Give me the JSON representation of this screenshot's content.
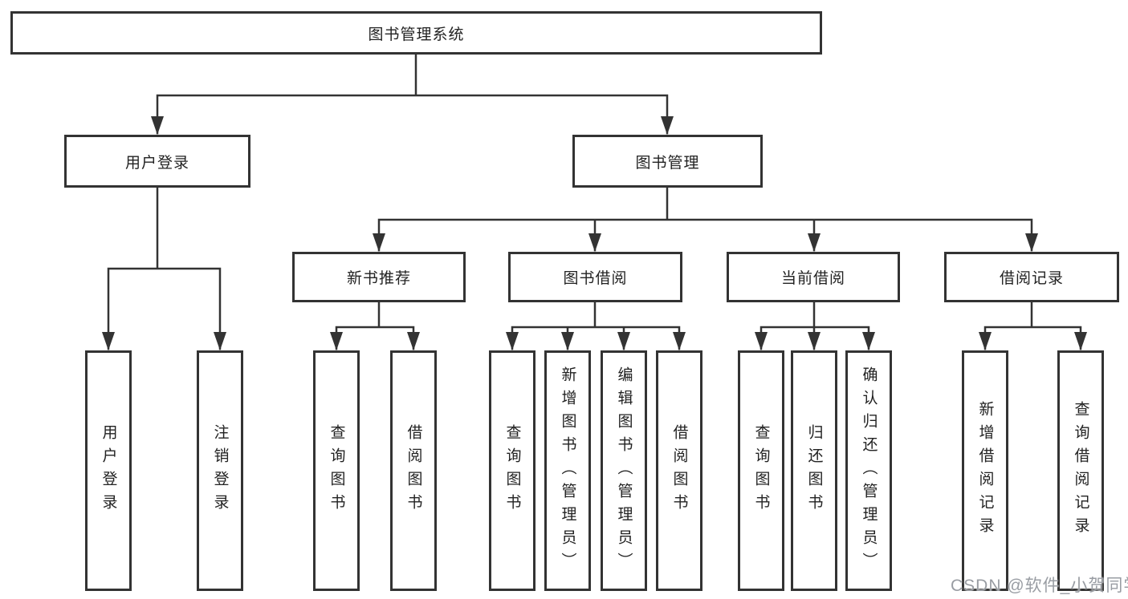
{
  "tree": {
    "label": "图书管理系统",
    "children": [
      {
        "label": "用户登录",
        "children": [
          {
            "label": "用户登录"
          },
          {
            "label": "注销登录"
          }
        ]
      },
      {
        "label": "图书管理",
        "children": [
          {
            "label": "新书推荐",
            "children": [
              {
                "label": "查询图书"
              },
              {
                "label": "借阅图书"
              }
            ]
          },
          {
            "label": "图书借阅",
            "children": [
              {
                "label": "查询图书"
              },
              {
                "label": "新增图书（管理员）"
              },
              {
                "label": "编辑图书（管理员）"
              },
              {
                "label": "借阅图书"
              }
            ]
          },
          {
            "label": "当前借阅",
            "children": [
              {
                "label": "查询图书"
              },
              {
                "label": "归还图书"
              },
              {
                "label": "确认归还（管理员）"
              }
            ]
          },
          {
            "label": "借阅记录",
            "children": [
              {
                "label": "新增借阅记录"
              },
              {
                "label": "查询借阅记录"
              }
            ]
          }
        ]
      }
    ]
  },
  "watermark": "CSDN @软件_小贺同学",
  "colors": {
    "line": "#333333",
    "box_border": "#333333",
    "box_fill": "#ffffff",
    "text": "#222222",
    "watermark": "#999da3",
    "background": "#ffffff"
  }
}
